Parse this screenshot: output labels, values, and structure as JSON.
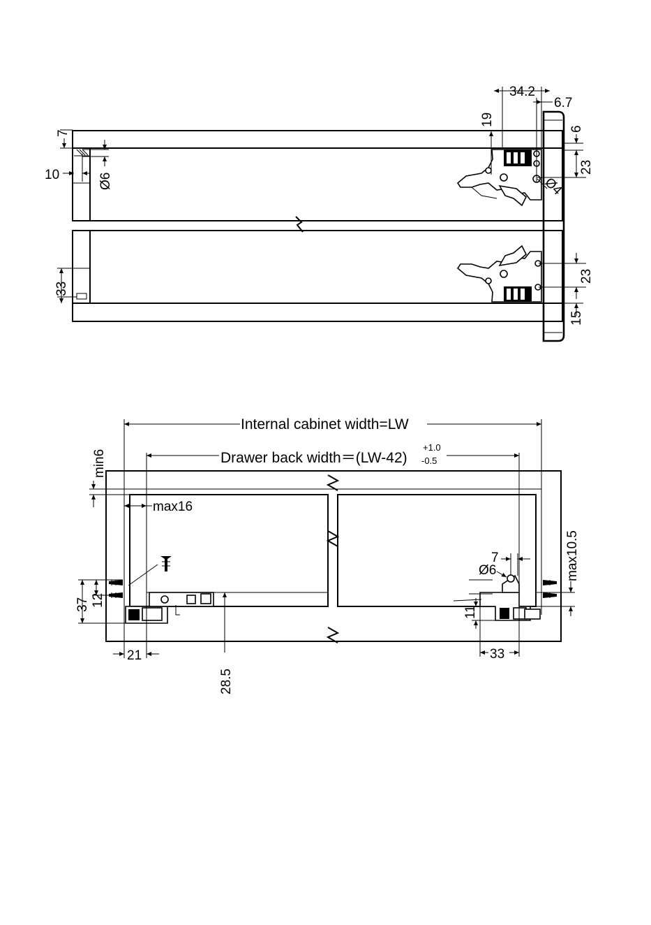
{
  "top_view": {
    "dims": {
      "d34_2": "34.2",
      "d6_7": "6.7",
      "d19": "19",
      "d6": "6",
      "d23a": "23",
      "d7": "7",
      "d10": "10",
      "dphi6": "Ø6",
      "dphi4": "Ø4",
      "d33": "33",
      "d23b": "23",
      "d15": "15"
    }
  },
  "front_view": {
    "internal_width": "Internal cabinet width=LW",
    "drawer_back_width": "Drawer back width＝(LW-42)",
    "tol_plus": "+1.0",
    "tol_minus": "-0.5",
    "dims": {
      "min6": "min6",
      "max16": "max16",
      "max10_5": "max10.5",
      "d7": "7",
      "dphi6": "Ø6",
      "d37": "37",
      "d12": "12",
      "d11": "11",
      "d21": "21",
      "d28_5": "28.5",
      "d33": "33"
    }
  }
}
